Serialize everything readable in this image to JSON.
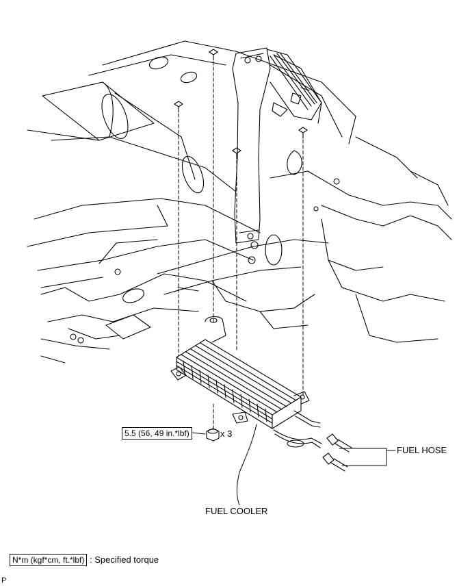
{
  "labels": {
    "fuel_hose": "FUEL HOSE",
    "fuel_cooler": "FUEL COOLER"
  },
  "torque": {
    "value": "5.5 (56, 49 in.*lbf)",
    "quantity": "x 3"
  },
  "legend": {
    "unit_box": "N*m (kgf*cm, ft.*lbf)",
    "description": ": Specified torque"
  },
  "page_marker": "P",
  "colors": {
    "line": "#000000",
    "background": "#ffffff"
  }
}
